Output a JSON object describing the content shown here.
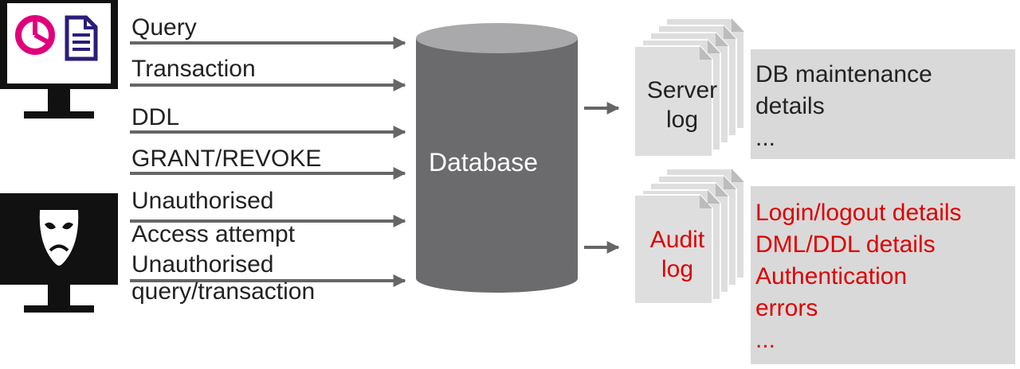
{
  "flows": [
    {
      "label": "Query"
    },
    {
      "label": "Transaction"
    },
    {
      "label": "DDL"
    },
    {
      "label": "GRANT/REVOKE"
    },
    {
      "label": "Unauthorised"
    },
    {
      "label": "Access attempt"
    },
    {
      "label": "Unauthorised"
    },
    {
      "label": "query/transaction"
    }
  ],
  "database": {
    "label": "Database"
  },
  "server_log": {
    "title_lines": [
      "Server",
      "log"
    ],
    "details": [
      "DB maintenance",
      "details",
      "..."
    ]
  },
  "audit_log": {
    "title_lines": [
      "Audit",
      "log"
    ],
    "details": [
      "Login/logout details",
      "DML/DDL details",
      "Authentication",
      "errors",
      "..."
    ]
  },
  "icons": {
    "user_monitor": "monitor-with-chart-and-document-icon",
    "attacker_monitor": "monitor-with-mask-icon"
  },
  "colors": {
    "arrow": "#666666",
    "database": "#6b6b6d",
    "database_top": "#a9a9ab",
    "monitor": "#111111",
    "chart_pink": "#e0007a",
    "doc_navy": "#2b1d7a",
    "log_page": "#dedede",
    "detail_box": "#d9d9d9",
    "audit_red": "#dd0000"
  }
}
